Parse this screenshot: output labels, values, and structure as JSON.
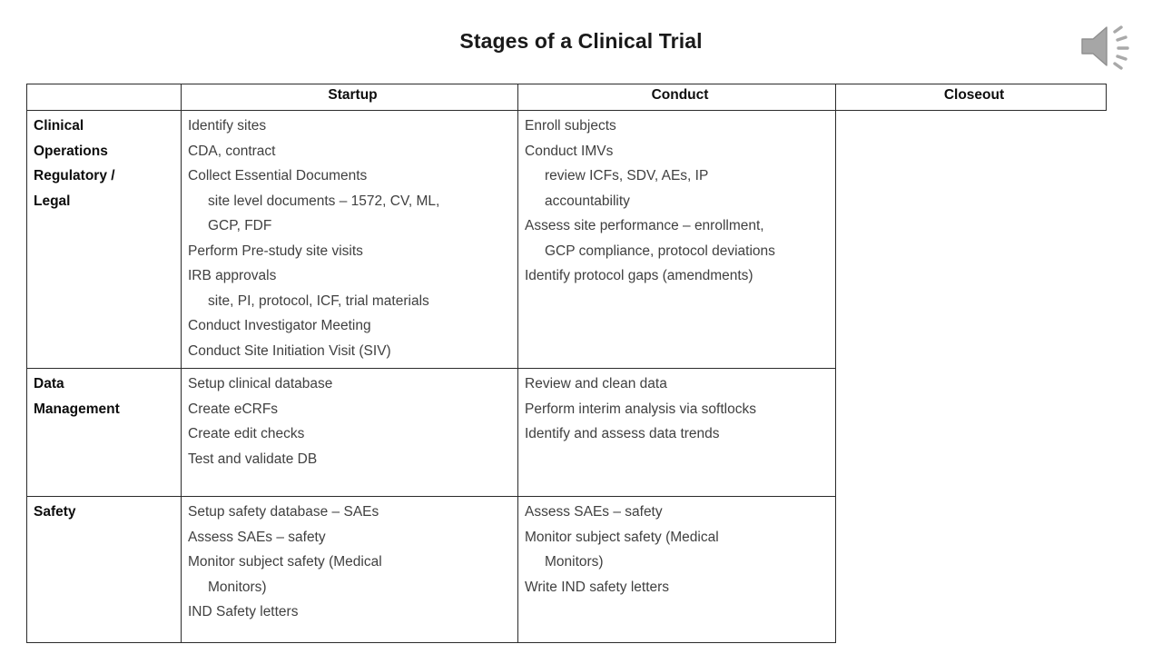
{
  "slide": {
    "title": "Stages of a Clinical Trial",
    "audio_icon": "speaker-icon"
  },
  "table": {
    "headers": {
      "corner": "",
      "startup": "Startup",
      "conduct": "Conduct",
      "closeout": "Closeout"
    },
    "rows": [
      {
        "label": "Clinical\nOperations\nRegulatory /\nLegal",
        "label_lines": [
          "Clinical",
          "Operations",
          "Regulatory /",
          "Legal"
        ],
        "startup": [
          {
            "text": "Identify sites",
            "indent": false
          },
          {
            "text": "CDA, contract",
            "indent": false
          },
          {
            "text": "Collect Essential Documents",
            "indent": false
          },
          {
            "text": "site level documents – 1572, CV, ML,",
            "indent": true
          },
          {
            "text": "GCP, FDF",
            "indent": true
          },
          {
            "text": "Perform Pre-study site visits",
            "indent": false
          },
          {
            "text": "IRB approvals",
            "indent": false
          },
          {
            "text": "site, PI, protocol, ICF, trial materials",
            "indent": true
          },
          {
            "text": "Conduct Investigator Meeting",
            "indent": false
          },
          {
            "text": "Conduct Site Initiation Visit (SIV)",
            "indent": false
          }
        ],
        "conduct": [
          {
            "text": "Enroll subjects",
            "indent": false
          },
          {
            "text": "Conduct IMVs",
            "indent": false
          },
          {
            "text": "review ICFs, SDV, AEs, IP",
            "indent": true
          },
          {
            "text": "accountability",
            "indent": true
          },
          {
            "text": "Assess site performance – enrollment,",
            "indent": false
          },
          {
            "text": "GCP compliance, protocol deviations",
            "indent": true
          },
          {
            "text": "Identify protocol gaps (amendments)",
            "indent": false
          }
        ],
        "closeout": []
      },
      {
        "label": "Data\nManagement",
        "label_lines": [
          "Data",
          "Management"
        ],
        "startup": [
          {
            "text": "Setup clinical database",
            "indent": false
          },
          {
            "text": "Create eCRFs",
            "indent": false
          },
          {
            "text": "Create edit checks",
            "indent": false
          },
          {
            "text": "Test and validate DB",
            "indent": false
          }
        ],
        "conduct": [
          {
            "text": "Review and clean data",
            "indent": false
          },
          {
            "text": "Perform interim analysis via softlocks",
            "indent": false
          },
          {
            "text": "Identify and assess data trends",
            "indent": false
          }
        ],
        "closeout": []
      },
      {
        "label": "Safety",
        "label_lines": [
          "Safety"
        ],
        "startup": [
          {
            "text": "Setup safety database – SAEs",
            "indent": false
          },
          {
            "text": "Assess SAEs – safety",
            "indent": false
          },
          {
            "text": "Monitor subject safety (Medical",
            "indent": false
          },
          {
            "text": "Monitors)",
            "indent": true
          },
          {
            "text": "IND Safety letters",
            "indent": false
          }
        ],
        "conduct": [
          {
            "text": "Assess SAEs – safety",
            "indent": false
          },
          {
            "text": "Monitor subject safety (Medical",
            "indent": false
          },
          {
            "text": "Monitors)",
            "indent": true
          },
          {
            "text": "Write IND safety letters",
            "indent": false
          }
        ],
        "closeout": []
      }
    ]
  },
  "colors": {
    "border": "#2b2b2b",
    "title_text": "#1a1a1a",
    "body_text": "#404040",
    "icon_gray": "#9a9a9a",
    "background": "#ffffff"
  }
}
